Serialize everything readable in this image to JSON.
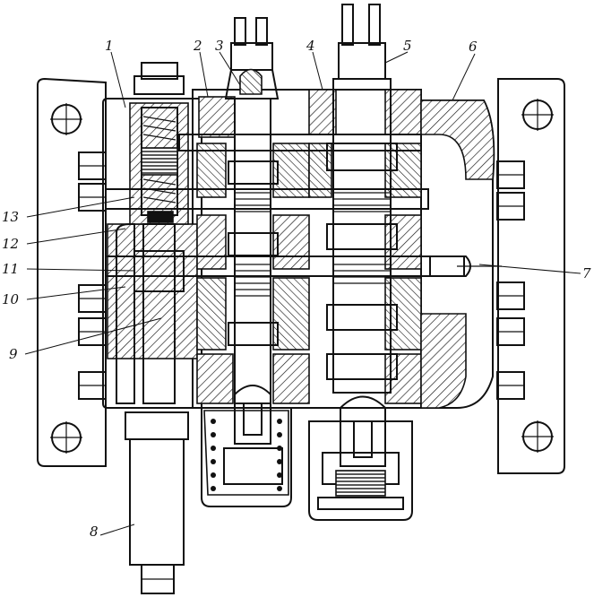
{
  "figure": {
    "callouts": [
      {
        "id": "c1",
        "text": "1"
      },
      {
        "id": "c2",
        "text": "2"
      },
      {
        "id": "c3",
        "text": "3"
      },
      {
        "id": "c4",
        "text": "4"
      },
      {
        "id": "c5",
        "text": "5"
      },
      {
        "id": "c6",
        "text": "6"
      },
      {
        "id": "c7",
        "text": "7"
      },
      {
        "id": "c8",
        "text": "8"
      },
      {
        "id": "c9",
        "text": "9"
      },
      {
        "id": "c10",
        "text": "10"
      },
      {
        "id": "c11",
        "text": "11"
      },
      {
        "id": "c12",
        "text": "12"
      },
      {
        "id": "c13",
        "text": "13"
      }
    ]
  }
}
